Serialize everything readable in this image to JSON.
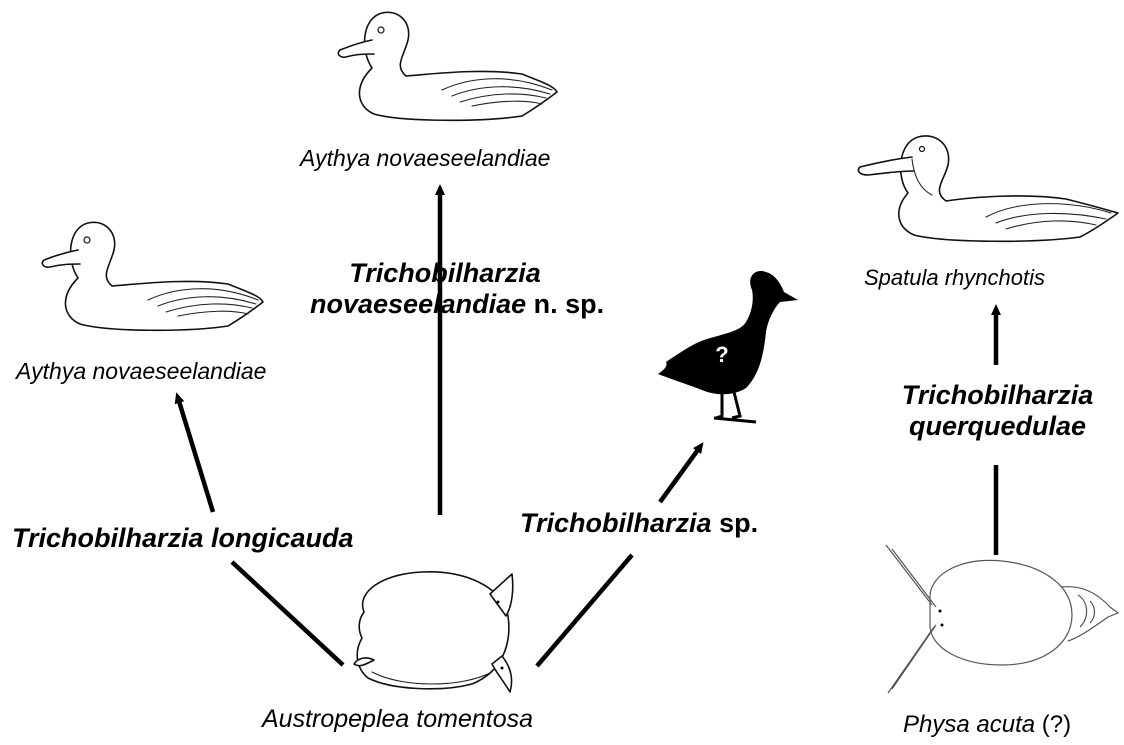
{
  "hosts": {
    "top_bird": "Aythya novaeseelandiae",
    "left_bird": "Aythya novaeseelandiae",
    "right_bird": "Spatula rhynchotis",
    "center_snail": "Austropeplea tomentosa",
    "right_snail_name": "Physa acuta",
    "right_snail_suffix": "(?)",
    "unknown_bird_mark": "?"
  },
  "parasites": {
    "longicauda": "Trichobilharzia longicauda",
    "novae_line1": "Trichobilharzia",
    "novae_line2_species": "novaeseelandiae",
    "novae_line2_suffix": "n. sp.",
    "sp_genus": "Trichobilharzia",
    "sp_suffix": "sp.",
    "querq_line1": "Trichobilharzia",
    "querq_line2": "querquedulae"
  },
  "colors": {
    "line": "#000000",
    "silhouette": "#000000",
    "snail_outline": "#555555"
  }
}
